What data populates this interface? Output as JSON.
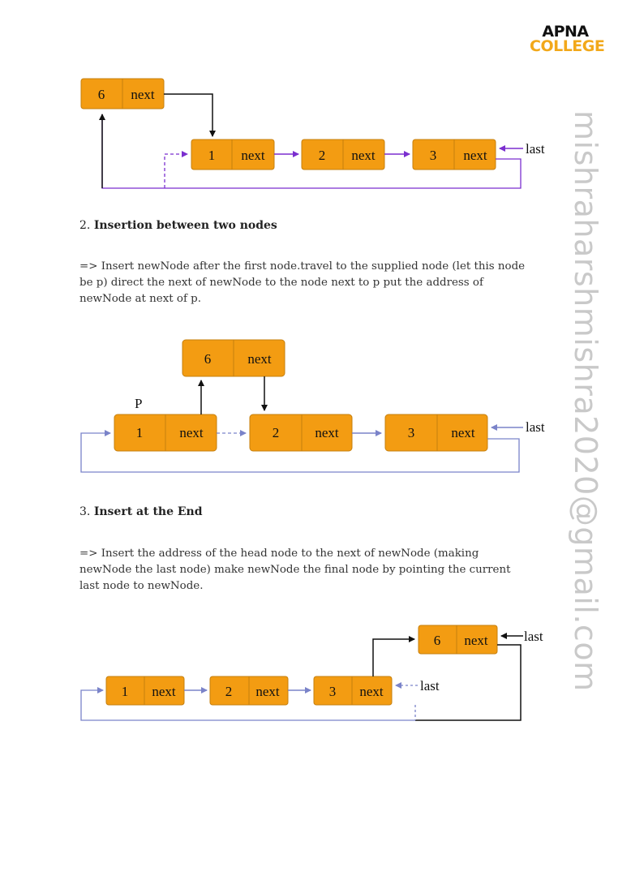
{
  "logo": {
    "line1": "APNA",
    "line2": "COLLEGE"
  },
  "watermark": "mishraharshmishra2020@gmail.com",
  "diagram1": {
    "new_node": {
      "value": "6",
      "next": "next"
    },
    "nodes": [
      {
        "value": "1",
        "next": "next"
      },
      {
        "value": "2",
        "next": "next"
      },
      {
        "value": "3",
        "next": "next"
      }
    ],
    "last_label": "last"
  },
  "section2": {
    "number": "2.",
    "title": "Insertion between two nodes",
    "description": "=> Insert newNode after the first node.travel to the supplied node (let this node be p) direct the next of newNode to the node next to p put the address of newNode at next of p."
  },
  "diagram2": {
    "new_node": {
      "value": "6",
      "next": "next"
    },
    "p_label": "P",
    "nodes": [
      {
        "value": "1",
        "next": "next"
      },
      {
        "value": "2",
        "next": "next"
      },
      {
        "value": "3",
        "next": "next"
      }
    ],
    "last_label": "last"
  },
  "section3": {
    "number": "3.",
    "title": "Insert at the End",
    "description": "=> Insert the address of the head node to the next of newNode (making newNode the last node) make newNode the final node by pointing the current last node to newNode."
  },
  "diagram3": {
    "new_node": {
      "value": "6",
      "next": "next"
    },
    "nodes": [
      {
        "value": "1",
        "next": "next"
      },
      {
        "value": "2",
        "next": "next"
      },
      {
        "value": "3",
        "next": "next"
      }
    ],
    "new_last_label": "last",
    "old_last_label": "last"
  },
  "colors": {
    "node_fill": "#f39c12",
    "node_stroke": "#c57f0e",
    "purple": "#7b2fcf",
    "blue": "#7a83c9",
    "black": "#111111",
    "logo_orange": "#f2a81a"
  }
}
